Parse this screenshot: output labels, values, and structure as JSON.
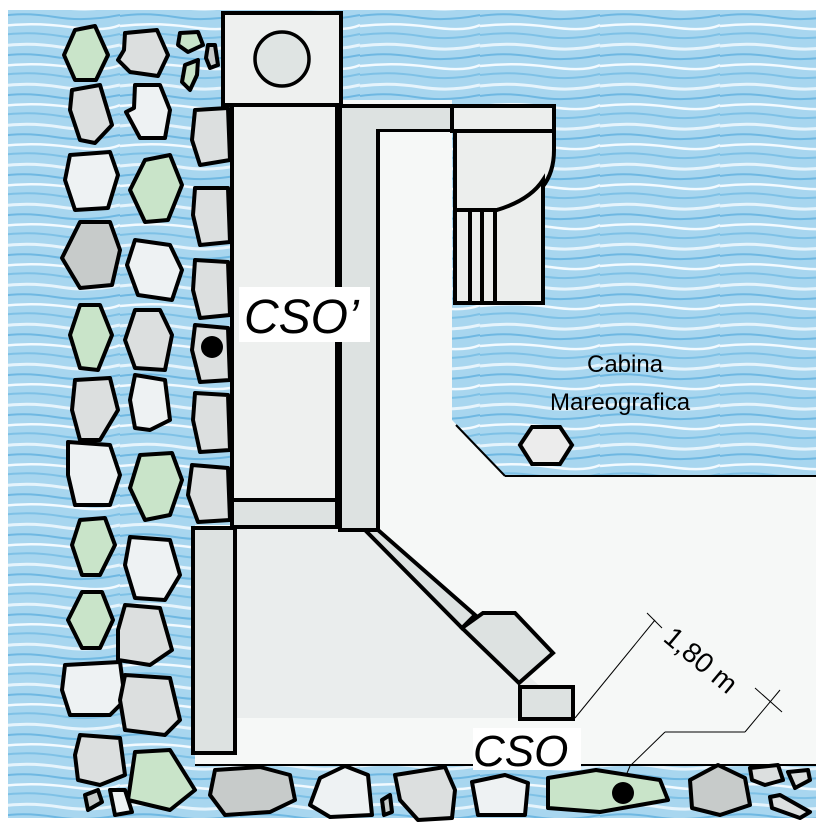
{
  "diagram": {
    "title": "Pier plan with tide gauge benchmarks",
    "labels": {
      "cso_prime": "CSO’",
      "cso": "CSO",
      "cabina_line1": "Cabina",
      "cabina_line2": "Mareografica",
      "distance": "1,80 m"
    },
    "colors": {
      "water": "#9cd0ec",
      "water_light": "#cfe9f7",
      "pier_light": "#f6f8f7",
      "pier_mid": "#eceeed",
      "structure": "#dde2e1",
      "rock_green": "#c9e4c9",
      "rock_grey": "#c7cbca",
      "rock_light": "#eef2f3",
      "rock_pale": "#dcdfdf",
      "outline": "#000000"
    },
    "markers": [
      {
        "name": "CSO’ benchmark"
      },
      {
        "name": "CSO benchmark"
      }
    ]
  }
}
